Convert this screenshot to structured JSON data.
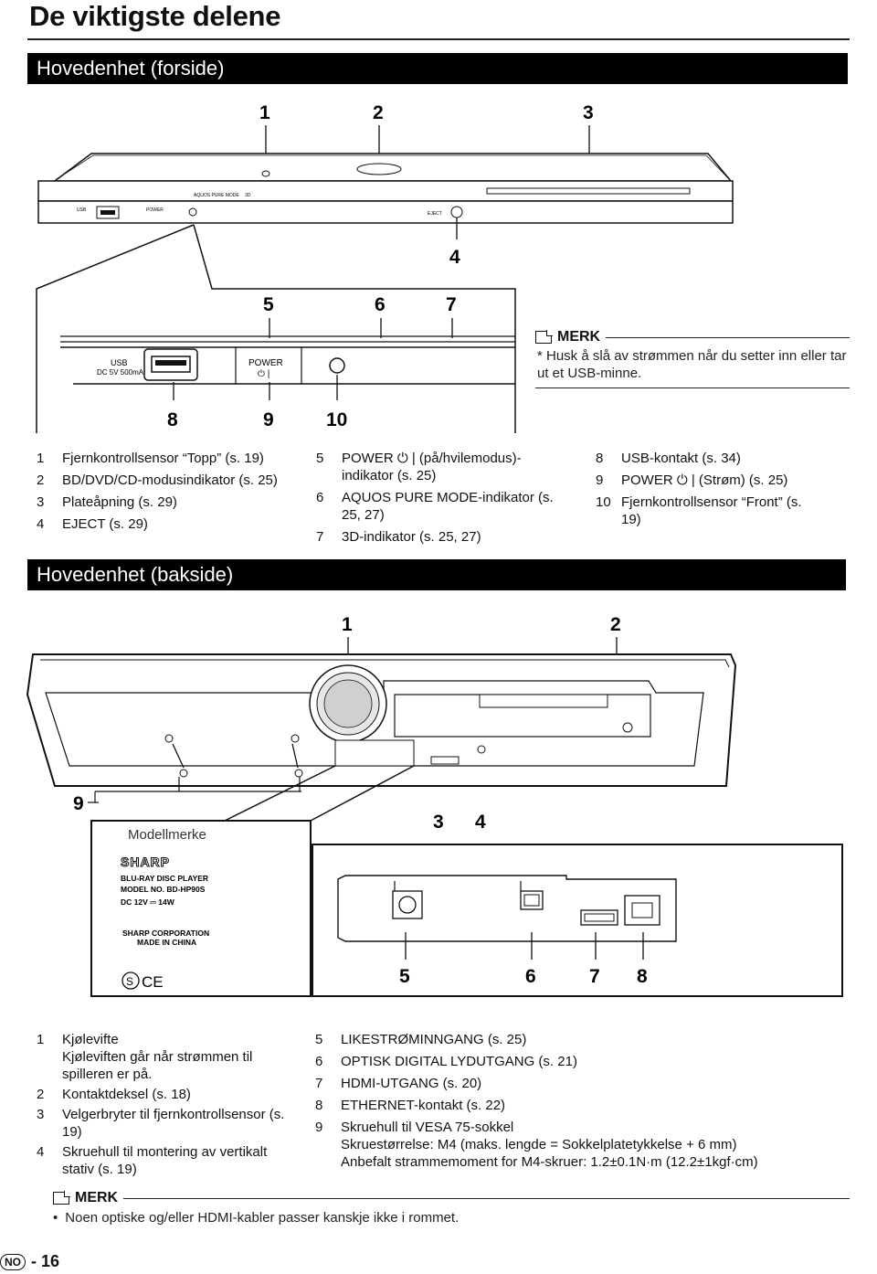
{
  "page": {
    "title": "De viktigste delene",
    "page_lang_badge": "NO",
    "page_number": "- 16"
  },
  "front": {
    "heading": "Hovedenhet (forside)",
    "callouts_top": [
      "1",
      "2",
      "3"
    ],
    "callout_eject": "4",
    "callouts_zoom_top": [
      "5",
      "6",
      "7"
    ],
    "callouts_zoom_bottom": [
      "8",
      "9",
      "10"
    ],
    "device_labels": {
      "usb": "USB",
      "usb_spec": "DC 5V  500mA",
      "aquos": "AQUOS PURE MODE",
      "threed": "3D",
      "power": "POWER",
      "eject": "EJECT"
    },
    "note": {
      "title": "MERK",
      "text": "* Husk å slå av strømmen når du setter inn eller tar ut et USB-minne."
    },
    "legend_col1": [
      {
        "n": "1",
        "t": "Fjernkontrollsensor “Topp” (s. 19)"
      },
      {
        "n": "2",
        "t": "BD/DVD/CD-modusindikator (s. 25)"
      },
      {
        "n": "3",
        "t": "Plateåpning (s. 29)"
      },
      {
        "n": "4",
        "t": "EJECT (s. 29)"
      }
    ],
    "legend_col2": [
      {
        "n": "5",
        "t": "POWER ⏻ | (på/hvilemodus)-indikator (s. 25)"
      },
      {
        "n": "6",
        "t": "AQUOS PURE MODE-indikator (s. 25, 27)"
      },
      {
        "n": "7",
        "t": "3D-indikator (s. 25, 27)"
      }
    ],
    "legend_col3": [
      {
        "n": "8",
        "t": "USB-kontakt (s. 34)"
      },
      {
        "n": "9",
        "t": "POWER ⏻ | (Strøm) (s. 25)"
      },
      {
        "n": "10",
        "t": "Fjernkontrollsensor “Front” (s. 19)"
      }
    ]
  },
  "back": {
    "heading": "Hovedenhet (bakside)",
    "callouts_top": [
      "1",
      "2"
    ],
    "callout_left": "9",
    "callouts_mid": [
      "3",
      "4"
    ],
    "callouts_bottom": [
      "5",
      "6",
      "7",
      "8"
    ],
    "label_caption": "Modellmerke",
    "label_text": {
      "brand": "SHARP",
      "product": "BLU-RAY DISC PLAYER",
      "model": "MODEL NO.  BD-HP90S",
      "power": "DC 12V  ⎓    14W",
      "corp": "SHARP CORPORATION",
      "made": "MADE IN CHINA"
    },
    "legend_col1": [
      {
        "n": "1",
        "t": "Kjølevifte"
      },
      {
        "n": "",
        "t": "Kjøleviften går når strømmen til spilleren er på."
      },
      {
        "n": "2",
        "t": "Kontaktdeksel (s. 18)"
      },
      {
        "n": "3",
        "t": "Velgerbryter til fjernkontrollsensor (s. 19)"
      },
      {
        "n": "4",
        "t": "Skruehull til montering av vertikalt stativ (s. 19)"
      }
    ],
    "legend_col2": [
      {
        "n": "5",
        "t": "LIKESTRØMINNGANG (s. 25)"
      },
      {
        "n": "6",
        "t": "OPTISK DIGITAL LYDUTGANG (s. 21)"
      },
      {
        "n": "7",
        "t": "HDMI-UTGANG (s. 20)"
      },
      {
        "n": "8",
        "t": "ETHERNET-kontakt (s. 22)"
      },
      {
        "n": "9",
        "t": "Skruehull til VESA 75-sokkel"
      },
      {
        "n": "",
        "t": "Skruestørrelse: M4 (maks. lengde = Sokkelplatetykkelse + 6 mm)"
      },
      {
        "n": "",
        "t": "Anbefalt strammemoment for M4-skruer: 1.2±0.1N·m (12.2±1kgf·cm)"
      }
    ],
    "note": {
      "title": "MERK",
      "text": "Noen optiske og/eller HDMI-kabler passer kanskje ikke i rommet."
    }
  }
}
